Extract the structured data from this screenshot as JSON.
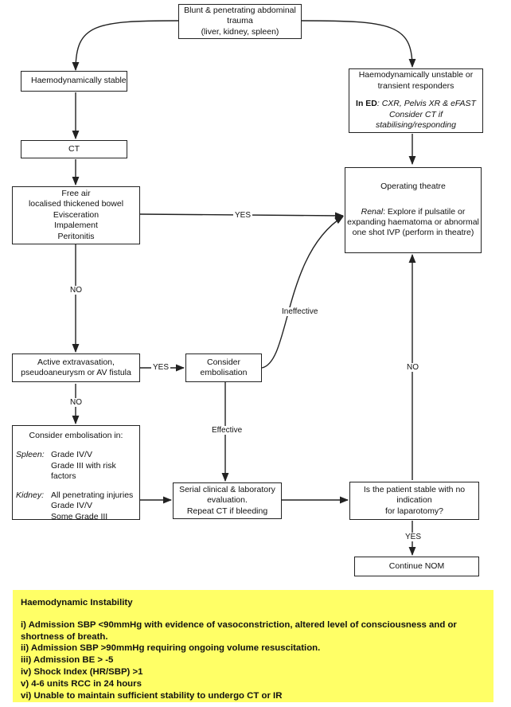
{
  "nodes": {
    "trauma": [
      "Blunt & penetrating abdominal",
      "trauma",
      "(liver, kidney, spleen)"
    ],
    "stable": "Haemodynamically stable",
    "unstable": {
      "lines": [
        "Haemodynamically unstable or",
        "transient responders"
      ],
      "ed_label": "In ED",
      "ed_text": ": CXR, Pelvis XR & eFAST",
      "ct_consider": "Consider CT if stabilising/responding"
    },
    "ct": "CT",
    "free_air": [
      "Free air",
      "localised thickened bowel",
      "Evisceration",
      "Impalement",
      "Peritonitis"
    ],
    "theatre": {
      "title": "Operating theatre",
      "renal_label": "Renal",
      "renal_text": ": Explore if pulsatile or",
      "lines": [
        "expanding haematoma or abnormal",
        "one shot IVP (perform in theatre)"
      ]
    },
    "active": [
      "Active extravasation,",
      "pseudoaneurysm or AV fistula"
    ],
    "consider_emb": [
      "Consider",
      "embolisation"
    ],
    "consider_in": {
      "title": "Consider embolisation in:",
      "spleen_label": "Spleen:",
      "spleen_items": [
        "Grade IV/V",
        "Grade III with risk factors"
      ],
      "kidney_label": "Kidney:",
      "kidney_items": [
        "All penetrating injuries",
        "Grade IV/V",
        "Some Grade III"
      ]
    },
    "serial": [
      "Serial clinical & laboratory",
      "evaluation.",
      "Repeat CT if bleeding"
    ],
    "stable_q": [
      "Is the patient stable with no indication",
      "for laparotomy?"
    ],
    "nom": "Continue NOM"
  },
  "edge_labels": {
    "yes_free_air": "YES",
    "no_free_air": "NO",
    "ineffective": "Ineffective",
    "yes_active": "YES",
    "no_active": "NO",
    "effective": "Effective",
    "no_stable": "NO",
    "yes_stable": "YES"
  },
  "notes": {
    "title": "Haemodynamic Instability",
    "items": [
      "i) Admission SBP <90mmHg with evidence of vasoconstriction, altered level of consciousness and or shortness of  breath.",
      "ii) Admission SBP >90mmHg requiring ongoing volume resuscitation.",
      "iii) Admission BE > -5",
      "iv) Shock Index (HR/SBP) >1",
      "v) 4-6 units RCC in 24 hours",
      "vi) Unable to maintain sufficient stability to undergo CT or IR"
    ]
  },
  "colors": {
    "line": "#222222",
    "note_bg": "#ffff66"
  }
}
